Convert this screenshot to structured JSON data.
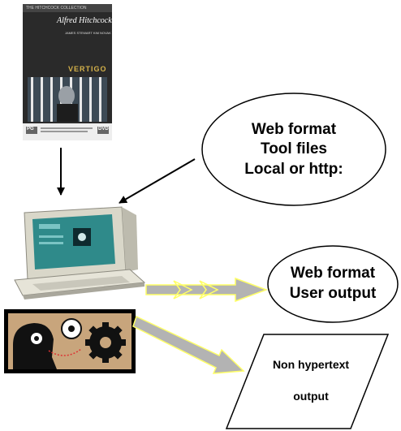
{
  "dvd": {
    "collection_label": "THE HITCHCOCK COLLECTION",
    "signature": "Alfred Hitchcock",
    "stars": "JAMES STEWART  KIM NOVAK",
    "title": "VERTIGO",
    "rating_badge": "PG",
    "format_badge": "DVD"
  },
  "tool_files_bubble": {
    "lines": [
      "Web format",
      "Tool files",
      "Local or http:"
    ]
  },
  "user_output_bubble": {
    "lines": [
      "Web format",
      "User output"
    ]
  },
  "non_hypertext_box": {
    "lines": [
      "Non hypertext",
      "output"
    ]
  },
  "colors": {
    "arrow_gray": "#b3b3b3",
    "arrow_outline": "#ffff66",
    "dvd_dark": "#2a2a2a",
    "dvd_title": "#d4b14a",
    "computer_beige": "#e6e4d8",
    "screen_teal": "#2f8a8a",
    "gears_bg": "#c8a57c"
  }
}
